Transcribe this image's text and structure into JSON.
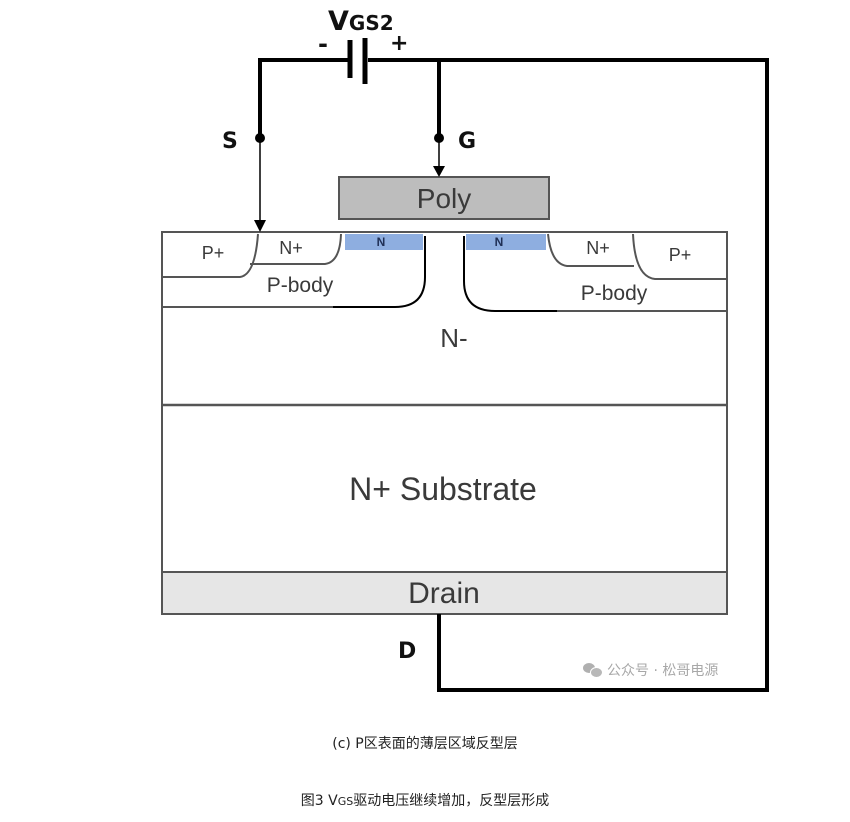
{
  "circuit": {
    "source_label_main": "V",
    "source_label_sub": "GS2",
    "minus": "-",
    "plus": "+",
    "terminal_source": "S",
    "terminal_gate": "G",
    "terminal_drain": "D"
  },
  "device": {
    "gate": "Poly",
    "p_plus_left": "P+",
    "n_plus_left": "N+",
    "n_channel_left": "N",
    "n_channel_right": "N",
    "n_plus_right": "N+",
    "p_plus_right": "P+",
    "p_body_left": "P-body",
    "p_body_right": "P-body",
    "drift": "N-",
    "substrate": "N+ Substrate",
    "drain": "Drain"
  },
  "colors": {
    "inversion_layer": "#8eaee0",
    "poly": "#bdbdbd",
    "drain": "#e6e6e6",
    "wire": "#000000"
  },
  "watermark": "公众号 · 松哥电源",
  "caption_sub": "(c)  P区表面的薄层区域反型层",
  "caption_fig_prefix": "图3  V",
  "caption_fig_sub": "GS",
  "caption_fig_rest": "驱动电压继续增加，反型层形成"
}
